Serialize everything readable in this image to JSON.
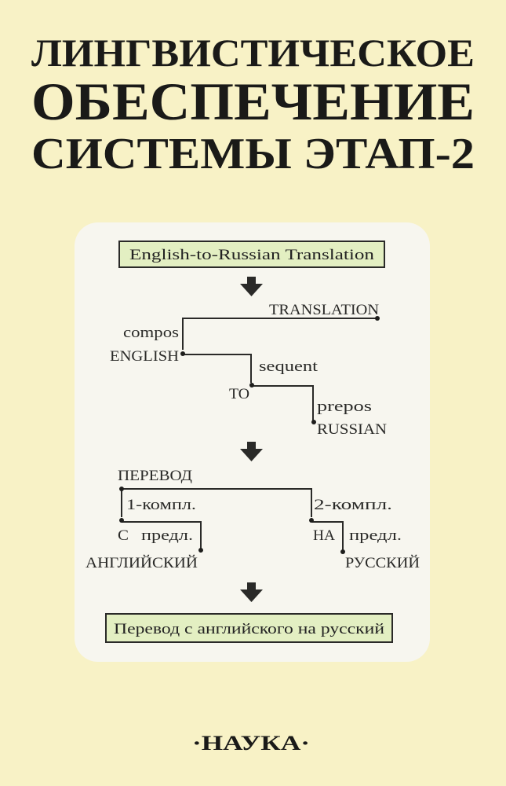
{
  "cover": {
    "title_lines": [
      "ЛИНГВИСТИЧЕСКОЕ",
      "ОБЕСПЕЧЕНИЕ",
      "СИСТЕМЫ ЭТАП-2"
    ],
    "publisher": "·НАУКА·",
    "colors": {
      "background": "#f8f2c6",
      "panel": "#f7f6ef",
      "box": "#e3efc2",
      "ink": "#1a1a18"
    }
  },
  "diagram": {
    "input_box": "English-to-Russian Translation",
    "output_box": "Перевод с английского на русский",
    "english_tree": {
      "root": "TRANSLATION",
      "rel_compos": "compos",
      "english": "ENGLISH",
      "rel_sequent": "sequent",
      "to": "TO",
      "rel_prepos": "prepos",
      "russian": "RUSSIAN"
    },
    "russian_tree": {
      "root": "ПЕРЕВОД",
      "rel_1": "1-компл.",
      "s": "С",
      "rel_pred1": "предл.",
      "english": "АНГЛИЙСКИЙ",
      "rel_2": "2-компл.",
      "na": "НА",
      "rel_pred2": "предл.",
      "russian": "РУССКИЙ"
    },
    "arrow_icon": "down-arrow-icon"
  }
}
